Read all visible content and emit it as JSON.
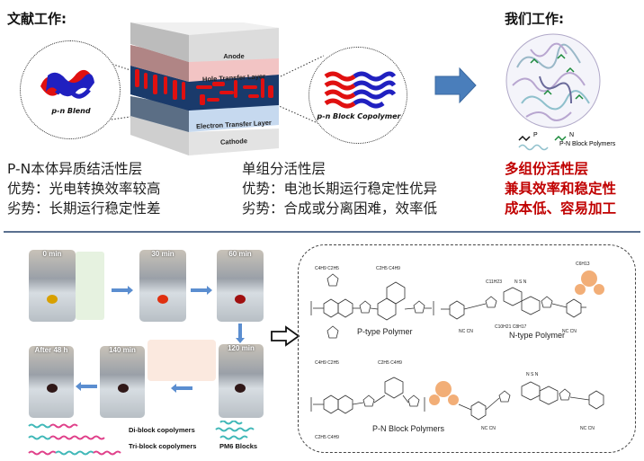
{
  "top": {
    "left_title": "文献工作:",
    "right_title": "我们工作:",
    "device_layers": [
      "Anode",
      "Hole Transfer Layer",
      "Electron Transfer Layer",
      "Cathode"
    ],
    "blend_label": "p-n Blend",
    "block_label": "p-n Block Copolymer",
    "legend": {
      "p": "P",
      "n": "N",
      "block": "P-N Block Polymers"
    },
    "colors": {
      "arrow": "#4a7ebb",
      "highlight_red": "#c00000",
      "active_layer": "#1a3a6b",
      "hole_layer": "#f2c4c4",
      "electron_layer": "#c6d9ef"
    }
  },
  "columns": [
    {
      "lines": [
        "P-N本体异质结活性层",
        "优势：光电转换效率较高",
        "劣势：长期运行稳定性差"
      ]
    },
    {
      "lines": [
        "单组分活性层",
        "优势：电池长期运行稳定性优异",
        "劣势：合成或分离困难，效率低"
      ]
    },
    {
      "lines": [
        "多组份活性层",
        "兼具效率和稳定性",
        "成本低、容易加工"
      ]
    }
  ],
  "bottom": {
    "photos": [
      "0 min",
      "30 min",
      "60 min",
      "120 min",
      "140 min",
      "After 48 h"
    ],
    "labels": {
      "diblock": "Di-block copolymers",
      "triblock": "Tri-block copolymers",
      "pm6": "PM6 Blocks"
    },
    "polymers": {
      "p_type": "P-type Polymer",
      "n_type": "N-type Polymer",
      "pn_block": "P-N Block Polymers"
    }
  }
}
